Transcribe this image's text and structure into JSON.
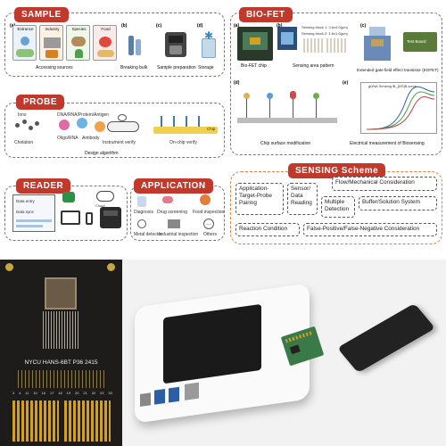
{
  "sample": {
    "title": "SAMPLE",
    "letters": [
      "(a)",
      "(b)",
      "(c)",
      "(d)"
    ],
    "cards": [
      "Entrance",
      "Industry",
      "Species",
      "Food"
    ],
    "captions": [
      "Accessing sources",
      "Breaking bulk",
      "Sample preparation",
      "Storage"
    ]
  },
  "probe": {
    "title": "PROBE",
    "labels": [
      "Ions",
      "Chelation",
      "DNA/RNA/Protein/Antigen",
      "Oligo/RNA",
      "Antibody",
      "Instrument verify",
      "On-chip verify",
      "Chip"
    ],
    "caption": "Design algorithm"
  },
  "reader": {
    "title": "READER",
    "screen_lines": [
      "Data entry",
      "Data sync"
    ],
    "box_label": "Cloud"
  },
  "application": {
    "title": "APPLICATION",
    "items": [
      "Diagnosis",
      "Drug screening",
      "Food inspection",
      "Metal detector",
      "Industrial inspection",
      "Others"
    ]
  },
  "biofet": {
    "title": "BIO-FET",
    "letters": [
      "(a)",
      "(b)",
      "(c)",
      "(d)",
      "(e)"
    ],
    "sensing_block_1": "Sensing block 1: 3.6x4.0(μm)",
    "sensing_block_2": "Sensing block 2: 1.6x1.6(μm)",
    "captions": [
      "Bio-FET chip",
      "Sensing area pattern",
      "Extended gate field effect transistor (EGFET)",
      "Chip surface modification",
      "Electrical measurement of Biosensing"
    ],
    "device_label": "Test Board",
    "graph_title": "gDNA Sensing $I_{DS}$ curve"
  },
  "sensing": {
    "title": "SENSING Scheme",
    "items": [
      "Application-Target-Probe Pairing",
      "Sensor/ Data Reading",
      "Multiple Detection",
      "Flow/Mechanical Consideration",
      "Buffer/Solution System",
      "Reaction Condition",
      "False-Positive/False-Negative Consideration"
    ]
  },
  "chip_photo": {
    "label": "NYCU HANS-6BT P36 2415",
    "pin_numbers": [
      "3",
      "4",
      "11",
      "10",
      "16",
      "17",
      "18",
      "19",
      "20",
      "21",
      "22",
      "23",
      "33"
    ]
  },
  "colors": {
    "badge": "#c0392b",
    "chip_gold": "#d4a020",
    "board": "#1e1c1a",
    "case_white": "#fafafa",
    "screen": "#1a1a1a",
    "pcb": "#3a7a48"
  }
}
